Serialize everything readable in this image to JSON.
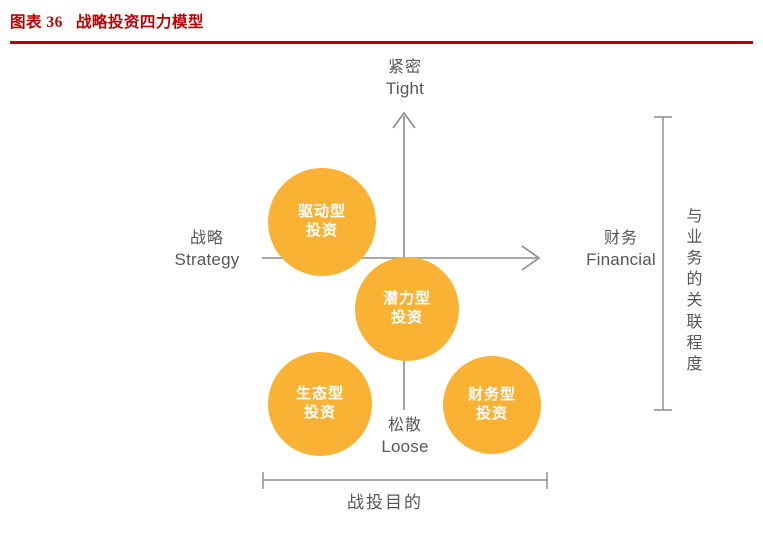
{
  "header": {
    "figure_number": "图表 36",
    "figure_title": "战略投资四力模型",
    "rule_color": "#C00000",
    "title_color": "#C00000"
  },
  "diagram": {
    "type": "quadrant-bubble-matrix",
    "bubble_color": "#F9B233",
    "bubble_text_color": "#FFFFFF",
    "axis_color": "#8C8C8C",
    "bubbles": [
      {
        "id": "driver",
        "line1": "驱动型",
        "line2": "投资",
        "quadrant": "top-left"
      },
      {
        "id": "potential",
        "line1": "潜力型",
        "line2": "投资",
        "quadrant": "center"
      },
      {
        "id": "ecology",
        "line1": "生态型",
        "line2": "投资",
        "quadrant": "bottom-left"
      },
      {
        "id": "finance",
        "line1": "财务型",
        "line2": "投资",
        "quadrant": "bottom-right"
      }
    ],
    "axes": {
      "top": {
        "cn": "紧密",
        "en": "Tight"
      },
      "bottom": {
        "cn": "松散",
        "en": "Loose"
      },
      "left": {
        "cn": "战略",
        "en": "Strategy"
      },
      "right": {
        "cn": "财务",
        "en": "Financial"
      }
    },
    "brackets": {
      "right": {
        "caption": "与业务的关联程度",
        "orientation": "vertical"
      },
      "bottom": {
        "caption": "战投目的",
        "orientation": "horizontal"
      }
    }
  }
}
